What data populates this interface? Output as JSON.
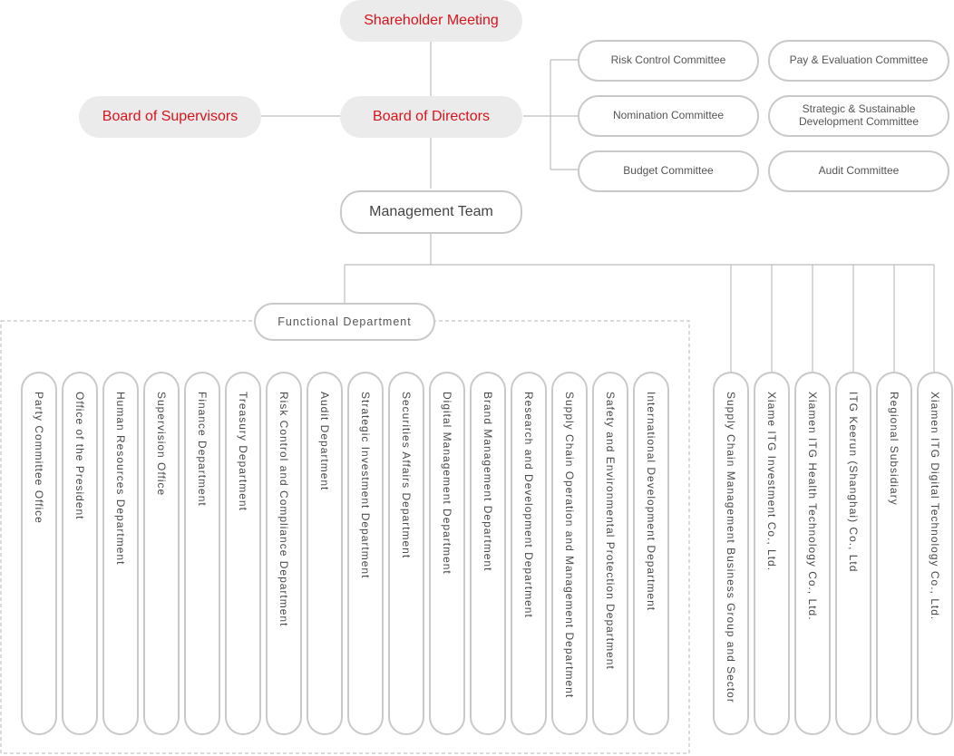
{
  "top": {
    "shareholder": "Shareholder Meeting",
    "directors": "Board of Directors",
    "supervisors": "Board of Supervisors",
    "management": "Management Team"
  },
  "committees": [
    "Risk Control Committee",
    "Pay & Evaluation Committee",
    "Nomination Committee",
    "Strategic & Sustainable Development Committee",
    "Budget Committee",
    "Audit Committee"
  ],
  "functional_label": "Functional Department",
  "departments": [
    "Party Committee Office",
    "Office of the President",
    "Human Resources Department",
    "Supervision Office",
    "Finance Department",
    "Treasury Department",
    "Risk Control and Compliance Department",
    "Audit Department",
    "Strategic Investment Department",
    "Securities Affairs Department",
    "Digital Management Department",
    "Brand Management Department",
    "Research and Development Department",
    "Supply Chain Operation and Management Department",
    "Safety and Environmental Protection Department",
    "International Development Department"
  ],
  "subsidiaries": [
    "Supply Chain Management Business Group and Sector",
    "Xiame ITG Investment Co., Ltd.",
    "Xiamen ITG Health Technology Co., Ltd.",
    "ITG Keerun (Shanghai) Co., Ltd",
    "Regional Subsidiary",
    "Xiamen ITG Digital Technology Co., Ltd."
  ],
  "colors": {
    "accent": "#d8141c",
    "box_fill": "#ebebeb",
    "border": "#c9c9c9",
    "line": "#bdbdbd"
  }
}
